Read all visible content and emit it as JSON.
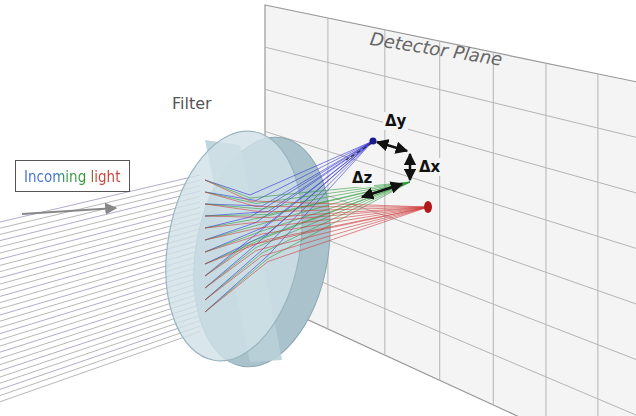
{
  "diagram": {
    "nodes": [
      {
        "text": [
          "Incoming light"
        ]
      }
    ],
    "labels": [
      "Filter",
      "Detector Plane",
      "Δy",
      "Δx",
      "Δz"
    ]
  }
}
